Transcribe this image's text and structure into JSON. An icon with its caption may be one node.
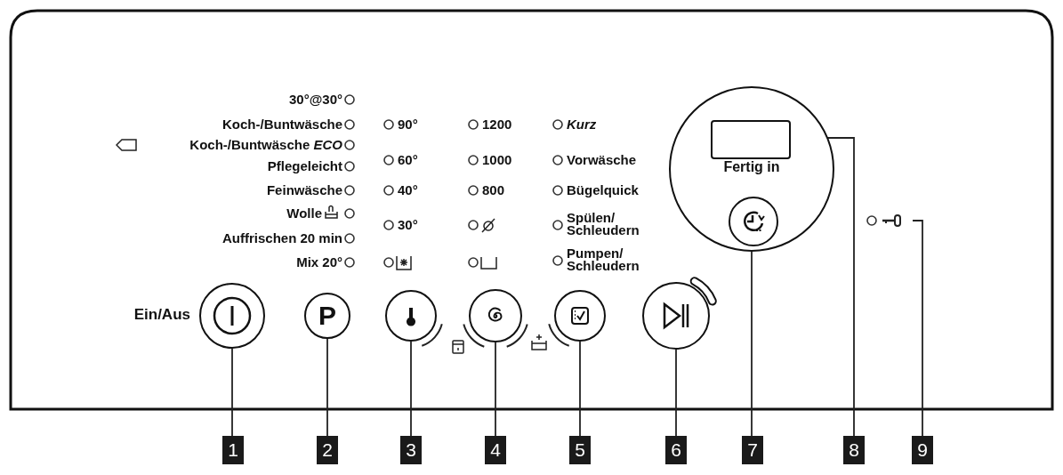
{
  "diagram": {
    "nodes": [
      {
        "text": [],
        "shape": "circle",
        "beside": [
          "Ein/Aus"
        ]
      },
      {
        "text": [
          "P"
        ]
      },
      {
        "text": [],
        "shape": "circle"
      },
      {
        "text": [],
        "shape": "circle"
      },
      {
        "text": [],
        "shape": "circle"
      },
      {
        "text": [],
        "shape": "circle"
      },
      {
        "text": [
          "Fertig in"
        ]
      },
      {
        "text": [],
        "shape": "box",
        "in": 6
      },
      {
        "text": [],
        "shape": "circle",
        "in": 6
      },
      {
        "text": [],
        "shape": "key"
      },
      {
        "text": [
          "1"
        ]
      },
      {
        "text": [
          "2"
        ]
      },
      {
        "text": [
          "3"
        ]
      },
      {
        "text": [
          "4"
        ]
      },
      {
        "text": [
          "5"
        ]
      },
      {
        "text": [
          "6"
        ]
      },
      {
        "text": [
          "7"
        ]
      },
      {
        "text": [
          "8"
        ]
      },
      {
        "text": [
          "9"
        ]
      }
    ],
    "edges": [
      {
        "from": 10,
        "to": 0,
        "arrow": "none"
      },
      {
        "from": 11,
        "to": 1,
        "arrow": "none"
      },
      {
        "from": 12,
        "to": 2,
        "arrow": "none"
      },
      {
        "from": 13,
        "to": 3,
        "arrow": "none"
      },
      {
        "from": 14,
        "to": 4,
        "arrow": "none"
      },
      {
        "from": 15,
        "to": 5,
        "arrow": "none"
      },
      {
        "from": 16,
        "to": 8,
        "arrow": "none"
      },
      {
        "from": 17,
        "to": 7,
        "arrow": "none"
      },
      {
        "from": 18,
        "to": 9,
        "arrow": "none"
      }
    ],
    "labels": [
      "30°@30°",
      "Koch-/Buntwäsche",
      "Koch-/Buntwäsche *ECO*",
      "Pflegeleicht",
      "Feinwäsche",
      "Wolle",
      "Auffrischen 20 min",
      "Mix 20°",
      "90°",
      "60°",
      "40°",
      "30°",
      "1200",
      "1000",
      "800",
      "Kurz",
      "Vorwäsche",
      "Bügelquick",
      "Spülen/ Schleudern",
      "Pumpen/ Schleudern"
    ]
  }
}
